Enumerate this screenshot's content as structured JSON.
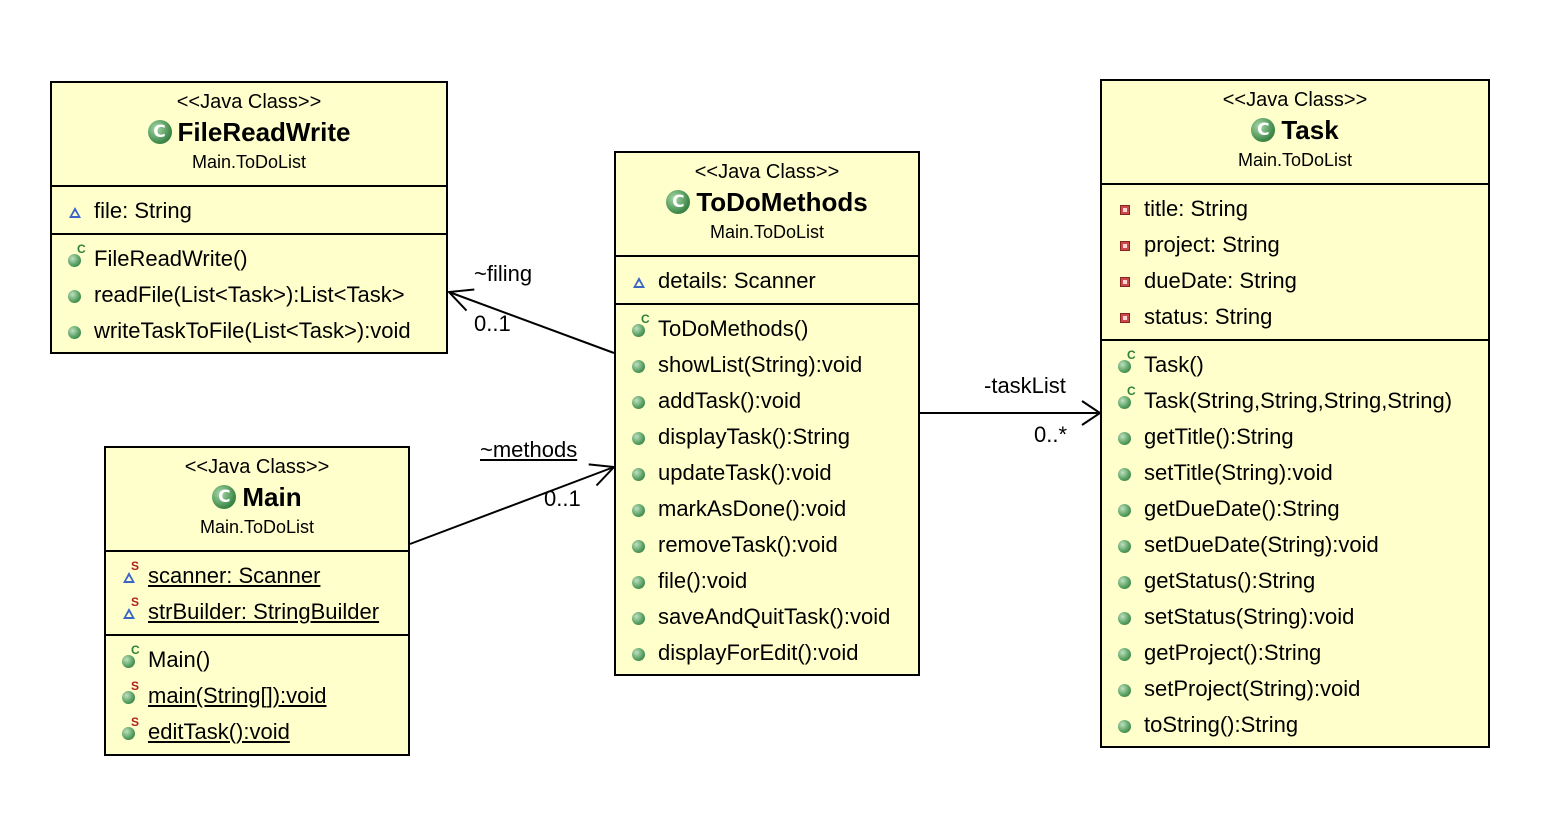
{
  "classes": {
    "filereadwrite": {
      "stereotype": "<<Java Class>>",
      "name": "FileReadWrite",
      "package": "Main.ToDoList",
      "attributes": [
        {
          "text": "file: String",
          "icon": "package-triangle-icon",
          "static": false
        }
      ],
      "methods": [
        {
          "text": "FileReadWrite()",
          "icon": "constructor-icon"
        },
        {
          "text": "readFile(List<Task>):List<Task>",
          "icon": "public-method-icon"
        },
        {
          "text": "writeTaskToFile(List<Task>):void",
          "icon": "public-method-icon"
        }
      ]
    },
    "main": {
      "stereotype": "<<Java Class>>",
      "name": "Main",
      "package": "Main.ToDoList",
      "attributes": [
        {
          "text": "scanner: Scanner",
          "icon": "static-package-triangle-icon",
          "static": true
        },
        {
          "text": "strBuilder: StringBuilder",
          "icon": "static-package-triangle-icon",
          "static": true
        }
      ],
      "methods": [
        {
          "text": "Main()",
          "icon": "constructor-icon"
        },
        {
          "text": "main(String[]):void",
          "icon": "static-method-icon",
          "static": true
        },
        {
          "text": "editTask():void",
          "icon": "static-method-icon",
          "static": true
        }
      ]
    },
    "todomethods": {
      "stereotype": "<<Java Class>>",
      "name": "ToDoMethods",
      "package": "Main.ToDoList",
      "attributes": [
        {
          "text": "details: Scanner",
          "icon": "package-triangle-icon",
          "static": false
        }
      ],
      "methods": [
        {
          "text": "ToDoMethods()",
          "icon": "constructor-icon"
        },
        {
          "text": "showList(String):void",
          "icon": "public-method-icon"
        },
        {
          "text": "addTask():void",
          "icon": "public-method-icon"
        },
        {
          "text": "displayTask():String",
          "icon": "public-method-icon"
        },
        {
          "text": "updateTask():void",
          "icon": "public-method-icon"
        },
        {
          "text": "markAsDone():void",
          "icon": "public-method-icon"
        },
        {
          "text": "removeTask():void",
          "icon": "public-method-icon"
        },
        {
          "text": "file():void",
          "icon": "public-method-icon"
        },
        {
          "text": "saveAndQuitTask():void",
          "icon": "public-method-icon"
        },
        {
          "text": "displayForEdit():void",
          "icon": "public-method-icon"
        }
      ]
    },
    "task": {
      "stereotype": "<<Java Class>>",
      "name": "Task",
      "package": "Main.ToDoList",
      "attributes": [
        {
          "text": "title: String",
          "icon": "private-square-icon",
          "static": false
        },
        {
          "text": "project: String",
          "icon": "private-square-icon",
          "static": false
        },
        {
          "text": "dueDate: String",
          "icon": "private-square-icon",
          "static": false
        },
        {
          "text": "status: String",
          "icon": "private-square-icon",
          "static": false
        }
      ],
      "methods": [
        {
          "text": "Task()",
          "icon": "constructor-icon"
        },
        {
          "text": "Task(String,String,String,String)",
          "icon": "constructor-icon"
        },
        {
          "text": "getTitle():String",
          "icon": "public-method-icon"
        },
        {
          "text": "setTitle(String):void",
          "icon": "public-method-icon"
        },
        {
          "text": "getDueDate():String",
          "icon": "public-method-icon"
        },
        {
          "text": "setDueDate(String):void",
          "icon": "public-method-icon"
        },
        {
          "text": "getStatus():String",
          "icon": "public-method-icon"
        },
        {
          "text": "setStatus(String):void",
          "icon": "public-method-icon"
        },
        {
          "text": "getProject():String",
          "icon": "public-method-icon"
        },
        {
          "text": "setProject(String):void",
          "icon": "public-method-icon"
        },
        {
          "text": "toString():String",
          "icon": "public-method-icon"
        }
      ]
    }
  },
  "associations": {
    "filing": {
      "role": "~filing",
      "multiplicity": "0..1"
    },
    "methods": {
      "role": "~methods",
      "multiplicity": "0..1"
    },
    "tasklist": {
      "role": "-taskList",
      "multiplicity": "0..*"
    }
  },
  "colors": {
    "class_fill": "#ffffcc",
    "public_icon": "#4f9a5a",
    "package_icon": "#3a64c8",
    "private_icon": "#c94a4a"
  }
}
